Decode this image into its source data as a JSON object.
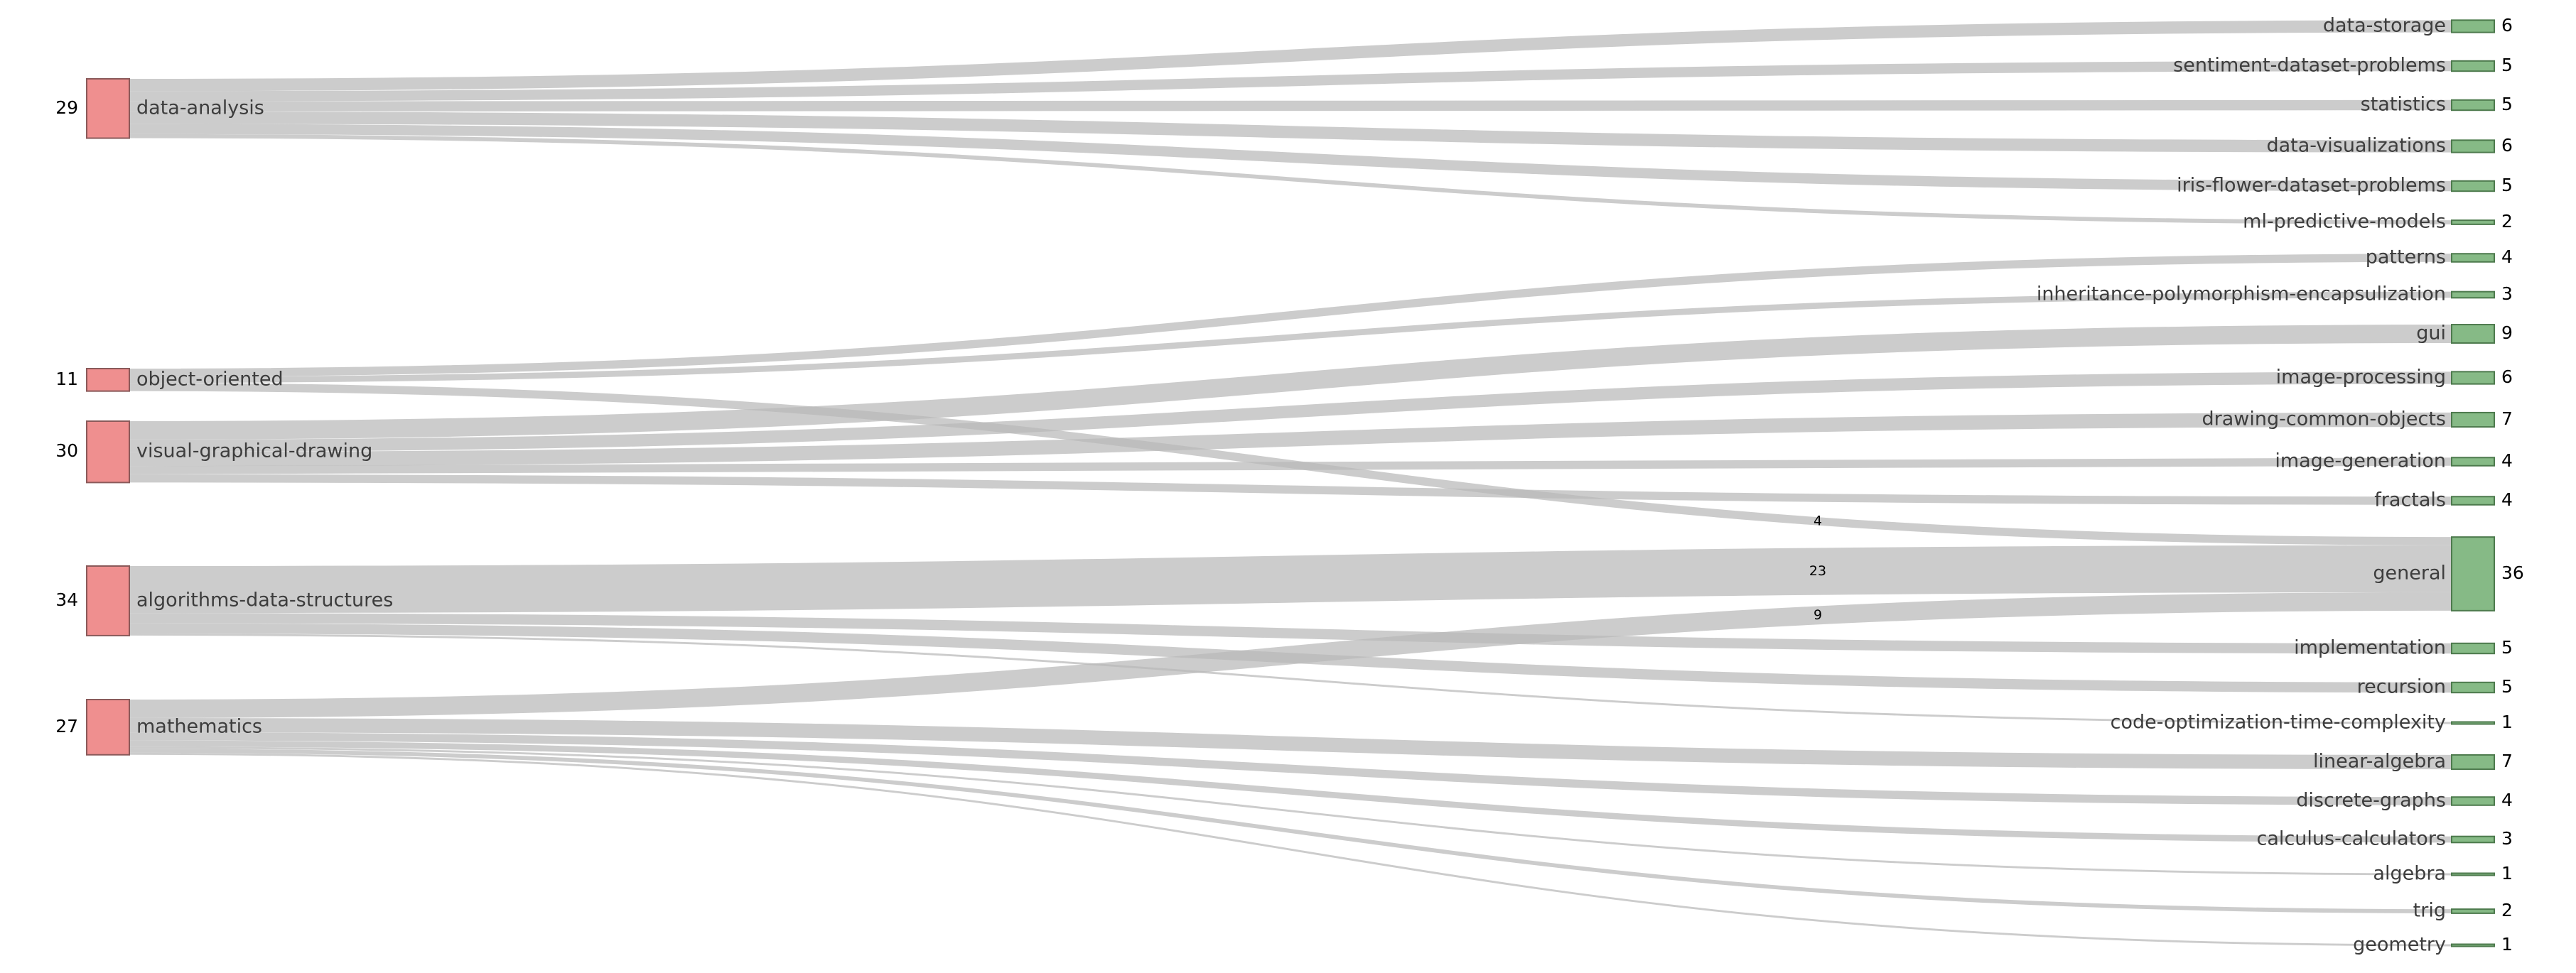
{
  "chart_data": {
    "type": "sankey",
    "sources": [
      {
        "name": "data-analysis",
        "value": 29
      },
      {
        "name": "object-oriented",
        "value": 11
      },
      {
        "name": "visual-graphical-drawing",
        "value": 30
      },
      {
        "name": "algorithms-data-structures",
        "value": 34
      },
      {
        "name": "mathematics",
        "value": 27
      }
    ],
    "targets": [
      {
        "name": "data-storage",
        "value": 6
      },
      {
        "name": "sentiment-dataset-problems",
        "value": 5
      },
      {
        "name": "statistics",
        "value": 5
      },
      {
        "name": "data-visualizations",
        "value": 6
      },
      {
        "name": "iris-flower-dataset-problems",
        "value": 5
      },
      {
        "name": "ml-predictive-models",
        "value": 2
      },
      {
        "name": "patterns",
        "value": 4
      },
      {
        "name": "inheritance-polymorphism-encapsulization",
        "value": 3
      },
      {
        "name": "gui",
        "value": 9
      },
      {
        "name": "image-processing",
        "value": 6
      },
      {
        "name": "drawing-common-objects",
        "value": 7
      },
      {
        "name": "image-generation",
        "value": 4
      },
      {
        "name": "fractals",
        "value": 4
      },
      {
        "name": "general",
        "value": 36
      },
      {
        "name": "implementation",
        "value": 5
      },
      {
        "name": "recursion",
        "value": 5
      },
      {
        "name": "code-optimization-time-complexity",
        "value": 1
      },
      {
        "name": "linear-algebra",
        "value": 7
      },
      {
        "name": "discrete-graphs",
        "value": 4
      },
      {
        "name": "calculus-calculators",
        "value": 3
      },
      {
        "name": "algebra",
        "value": 1
      },
      {
        "name": "trig",
        "value": 2
      },
      {
        "name": "geometry",
        "value": 1
      }
    ],
    "links": [
      {
        "source": "data-analysis",
        "target": "data-storage",
        "value": 6
      },
      {
        "source": "data-analysis",
        "target": "sentiment-dataset-problems",
        "value": 5
      },
      {
        "source": "data-analysis",
        "target": "statistics",
        "value": 5
      },
      {
        "source": "data-analysis",
        "target": "data-visualizations",
        "value": 6
      },
      {
        "source": "data-analysis",
        "target": "iris-flower-dataset-problems",
        "value": 5
      },
      {
        "source": "data-analysis",
        "target": "ml-predictive-models",
        "value": 2
      },
      {
        "source": "object-oriented",
        "target": "patterns",
        "value": 4
      },
      {
        "source": "object-oriented",
        "target": "inheritance-polymorphism-encapsulization",
        "value": 3
      },
      {
        "source": "object-oriented",
        "target": "general",
        "value": 4,
        "label": "4"
      },
      {
        "source": "visual-graphical-drawing",
        "target": "gui",
        "value": 9
      },
      {
        "source": "visual-graphical-drawing",
        "target": "image-processing",
        "value": 6
      },
      {
        "source": "visual-graphical-drawing",
        "target": "drawing-common-objects",
        "value": 7
      },
      {
        "source": "visual-graphical-drawing",
        "target": "image-generation",
        "value": 4
      },
      {
        "source": "visual-graphical-drawing",
        "target": "fractals",
        "value": 4
      },
      {
        "source": "algorithms-data-structures",
        "target": "general",
        "value": 23,
        "label": "23"
      },
      {
        "source": "algorithms-data-structures",
        "target": "implementation",
        "value": 5
      },
      {
        "source": "algorithms-data-structures",
        "target": "recursion",
        "value": 5
      },
      {
        "source": "algorithms-data-structures",
        "target": "code-optimization-time-complexity",
        "value": 1
      },
      {
        "source": "mathematics",
        "target": "general",
        "value": 9,
        "label": "9"
      },
      {
        "source": "mathematics",
        "target": "linear-algebra",
        "value": 7
      },
      {
        "source": "mathematics",
        "target": "discrete-graphs",
        "value": 4
      },
      {
        "source": "mathematics",
        "target": "calculus-calculators",
        "value": 3
      },
      {
        "source": "mathematics",
        "target": "algebra",
        "value": 1
      },
      {
        "source": "mathematics",
        "target": "trig",
        "value": 2
      },
      {
        "source": "mathematics",
        "target": "geometry",
        "value": 1
      }
    ],
    "colors": {
      "source_node": "#ef8f8f",
      "target_node": "#86ba86",
      "link": "#c4c4c4"
    }
  }
}
